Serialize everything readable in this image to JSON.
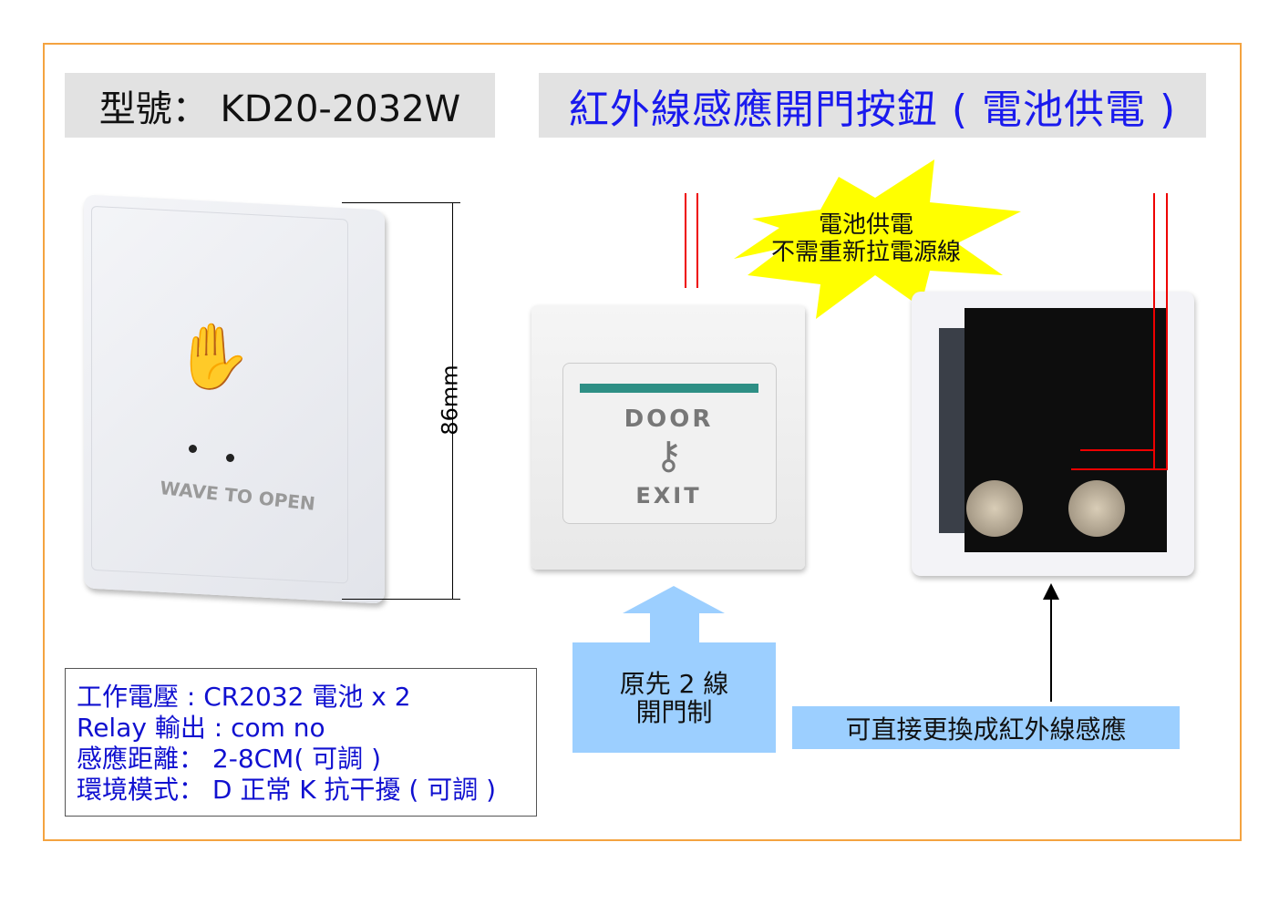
{
  "header": {
    "model": "型號： KD20-2032W",
    "title": "紅外線感應開門按鈕 ( 電池供電 )"
  },
  "left_device": {
    "label": "WAVE TO OPEN",
    "dimension": "86mm"
  },
  "exit_button": {
    "top_label": "DOOR",
    "bottom_label": "EXIT"
  },
  "callout": {
    "line1": "電池供電",
    "line2": "不需重新拉電源線"
  },
  "arrow_box": {
    "line1": "原先 2 線",
    "line2": "開門制"
  },
  "replace_box": "可直接更換成紅外線感應",
  "specs": [
    "工作電壓 : CR2032 電池 x 2",
    "Relay 輸出 : com no",
    "感應距離： 2-8CM( 可調 )",
    "環境模式： D 正常   K 抗干擾 ( 可調 )"
  ],
  "colors": {
    "frame": "#f4a340",
    "title": "#1a1aee",
    "spec_text": "#1010d0",
    "callout": "#ffff00",
    "arrow_box": "#9ccfff",
    "wire": "#e00000"
  }
}
